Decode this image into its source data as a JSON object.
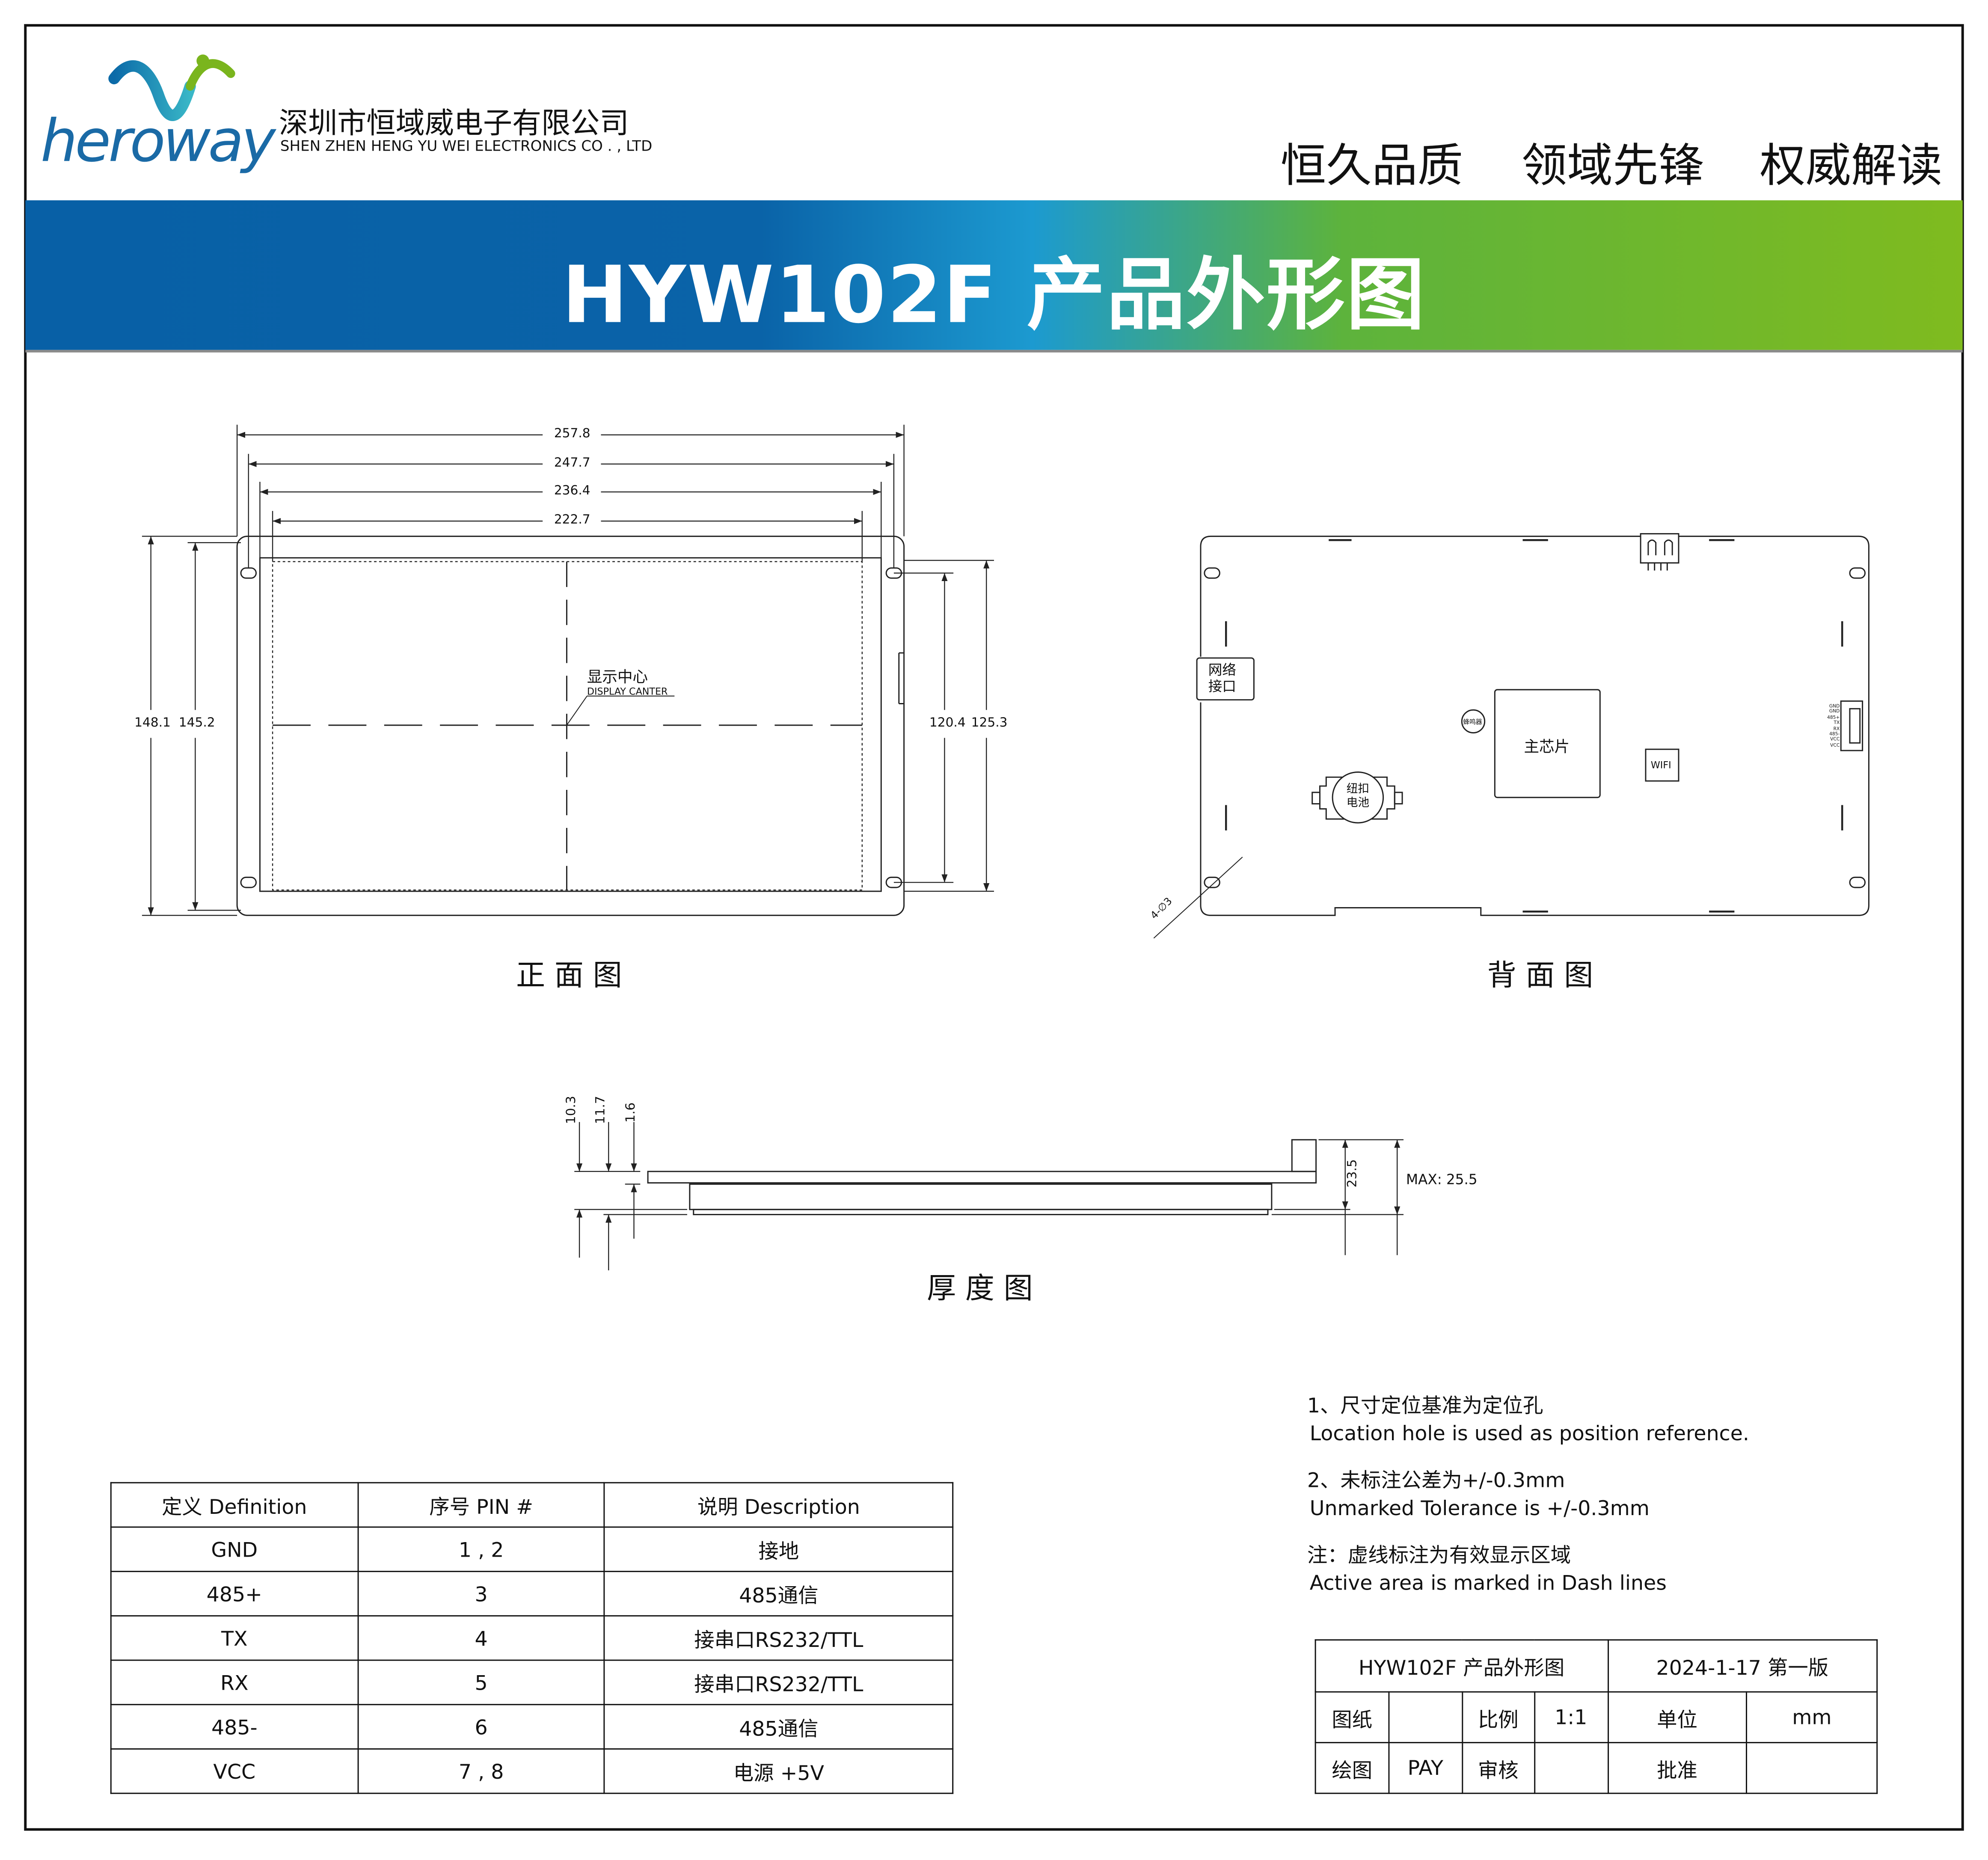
{
  "header": {
    "logo_text": "heroway",
    "company_cn": "深圳市恒域威电子有限公司",
    "company_en": "SHEN ZHEN HENG YU WEI ELECTRONICS CO . , LTD",
    "slogans": [
      "恒久品质",
      "领域先锋",
      "权威解读"
    ]
  },
  "banner": {
    "title": "HYW102F  产品外形图",
    "colors": {
      "left": "#0860a6",
      "mid": "#1c9ad0",
      "right": "#7fbb1f"
    }
  },
  "front_view": {
    "caption": "正 面 图",
    "dims_h": [
      "257.8",
      "247.7",
      "236.4",
      "222.7"
    ],
    "dims_left": [
      "148.1",
      "145.2"
    ],
    "dims_right": [
      "120.4",
      "125.3"
    ],
    "center_cn": "显示中心",
    "center_en": "DISPLAY  CANTER"
  },
  "back_view": {
    "caption": "背 面 图",
    "network_port": [
      "网络",
      "接口"
    ],
    "buzzer": "蜂鸣器",
    "main_chip": "主芯片",
    "wifi": "WIFI",
    "battery": [
      "纽扣",
      "电池"
    ],
    "hole_dim": "4-∅3",
    "connector_pins": [
      "GND",
      "GND",
      "485+",
      "TX",
      "RX",
      "485-",
      "VCC",
      "VCC"
    ]
  },
  "thickness_view": {
    "caption": "厚 度 图",
    "dims": [
      "10.3",
      "11.7",
      "1.6",
      "23.5",
      "MAX: 25.5"
    ]
  },
  "notes": [
    {
      "cn": "1、尺寸定位基准为定位孔",
      "en": "Location hole is used as position reference."
    },
    {
      "cn": "2、未标注公差为+/-0.3mm",
      "en": "Unmarked Tolerance is +/-0.3mm"
    },
    {
      "cn": "注：虚线标注为有效显示区域",
      "en": "Active area is marked in Dash lines"
    }
  ],
  "pin_table": {
    "headers": [
      "定义 Definition",
      "序号 PIN #",
      "说明 Description"
    ],
    "rows": [
      [
        "GND",
        "1 , 2",
        "接地"
      ],
      [
        "485+",
        "3",
        "485通信"
      ],
      [
        "TX",
        "4",
        "接串口RS232/TTL"
      ],
      [
        "RX",
        "5",
        "接串口RS232/TTL"
      ],
      [
        "485-",
        "6",
        "485通信"
      ],
      [
        "VCC",
        "7 , 8",
        "电源 +5V"
      ]
    ]
  },
  "title_block": {
    "name": "HYW102F   产品外形图",
    "version": "2024-1-17 第一版",
    "drawing_label": "图纸",
    "drawing_value": "",
    "scale_label": "比例",
    "scale_value": "1:1",
    "unit_label": "单位",
    "unit_value": "mm",
    "drawn_label": "绘图",
    "drawn_value": "PAY",
    "review_label": "审核",
    "review_value": "",
    "approve_label": "批准",
    "approve_value": ""
  }
}
